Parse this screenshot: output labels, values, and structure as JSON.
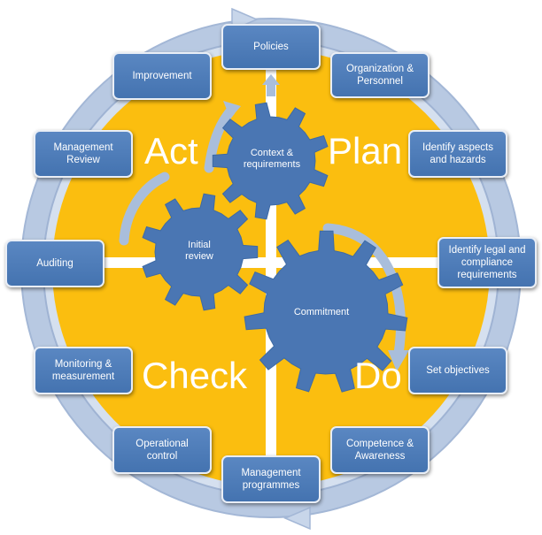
{
  "colors": {
    "ring": "#b8c9e2",
    "ring_edge": "#a3b7d6",
    "fill": "#fbbe0f",
    "box": "#4f7cb9",
    "gear": "#4a76b3",
    "arrow": "#a9bedb"
  },
  "quadrants": {
    "act": "Act",
    "plan": "Plan",
    "check": "Check",
    "do": "Do"
  },
  "gears": {
    "context": "Context &\nrequirements",
    "initial": "Initial\nreview",
    "commitment": "Commitment"
  },
  "boxes": {
    "policies": "Policies",
    "organization": "Organization &\nPersonnel",
    "aspects": "Identify aspects\nand hazards",
    "legal": "Identify legal and\ncompliance\nrequirements",
    "objectives": "Set objectives",
    "competence": "Competence &\nAwareness",
    "programmes": "Management\nprogrammes",
    "operational": "Operational\ncontrol",
    "monitoring": "Monitoring &\nmeasurement",
    "auditing": "Auditing",
    "review": "Management\nReview",
    "improvement": "Improvement"
  }
}
